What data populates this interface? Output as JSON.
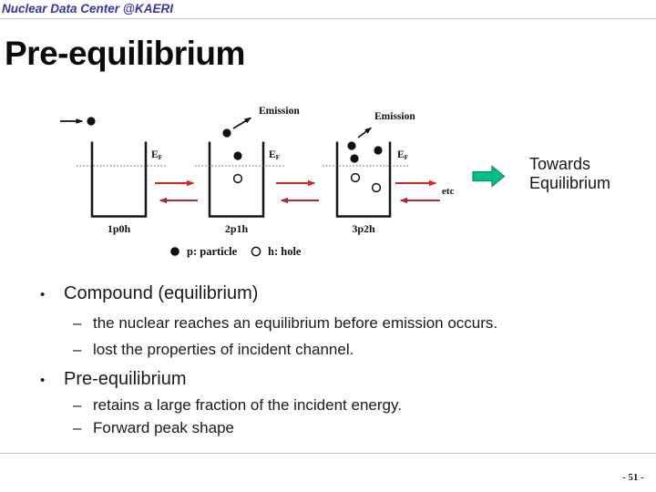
{
  "header": {
    "brand": "Nuclear Data Center @KAERI"
  },
  "slide": {
    "title": "Pre-equilibrium"
  },
  "diagram": {
    "emission_label": "Emission",
    "fermi_label": {
      "main": "E",
      "sub": "F"
    },
    "wells": [
      {
        "label": "1p0h"
      },
      {
        "label": "2p1h"
      },
      {
        "label": "3p2h"
      }
    ],
    "etc_label": "etc",
    "towards": {
      "line1": "Towards",
      "line2": "Equilibrium"
    },
    "legend": {
      "particle": "p: particle",
      "hole": "h: hole"
    },
    "colors": {
      "header_blue": "#3434ad",
      "red": "#d92525",
      "red_dark": "#b02a3a",
      "green_fill": "#00c08a",
      "green_stroke": "#0f8f60",
      "ink": "#111111"
    }
  },
  "bullets": [
    {
      "label": "Compound (equilibrium)",
      "subs": [
        "the nuclear reaches an equilibrium before emission occurs.",
        "lost the properties of incident channel."
      ]
    },
    {
      "label": "Pre-equilibrium",
      "subs": [
        "retains a large fraction of the incident energy.",
        "Forward peak shape"
      ]
    }
  ],
  "glyphs": {
    "bullet": "•",
    "dash": "–"
  },
  "footer": {
    "page_number": "- 51 -"
  }
}
